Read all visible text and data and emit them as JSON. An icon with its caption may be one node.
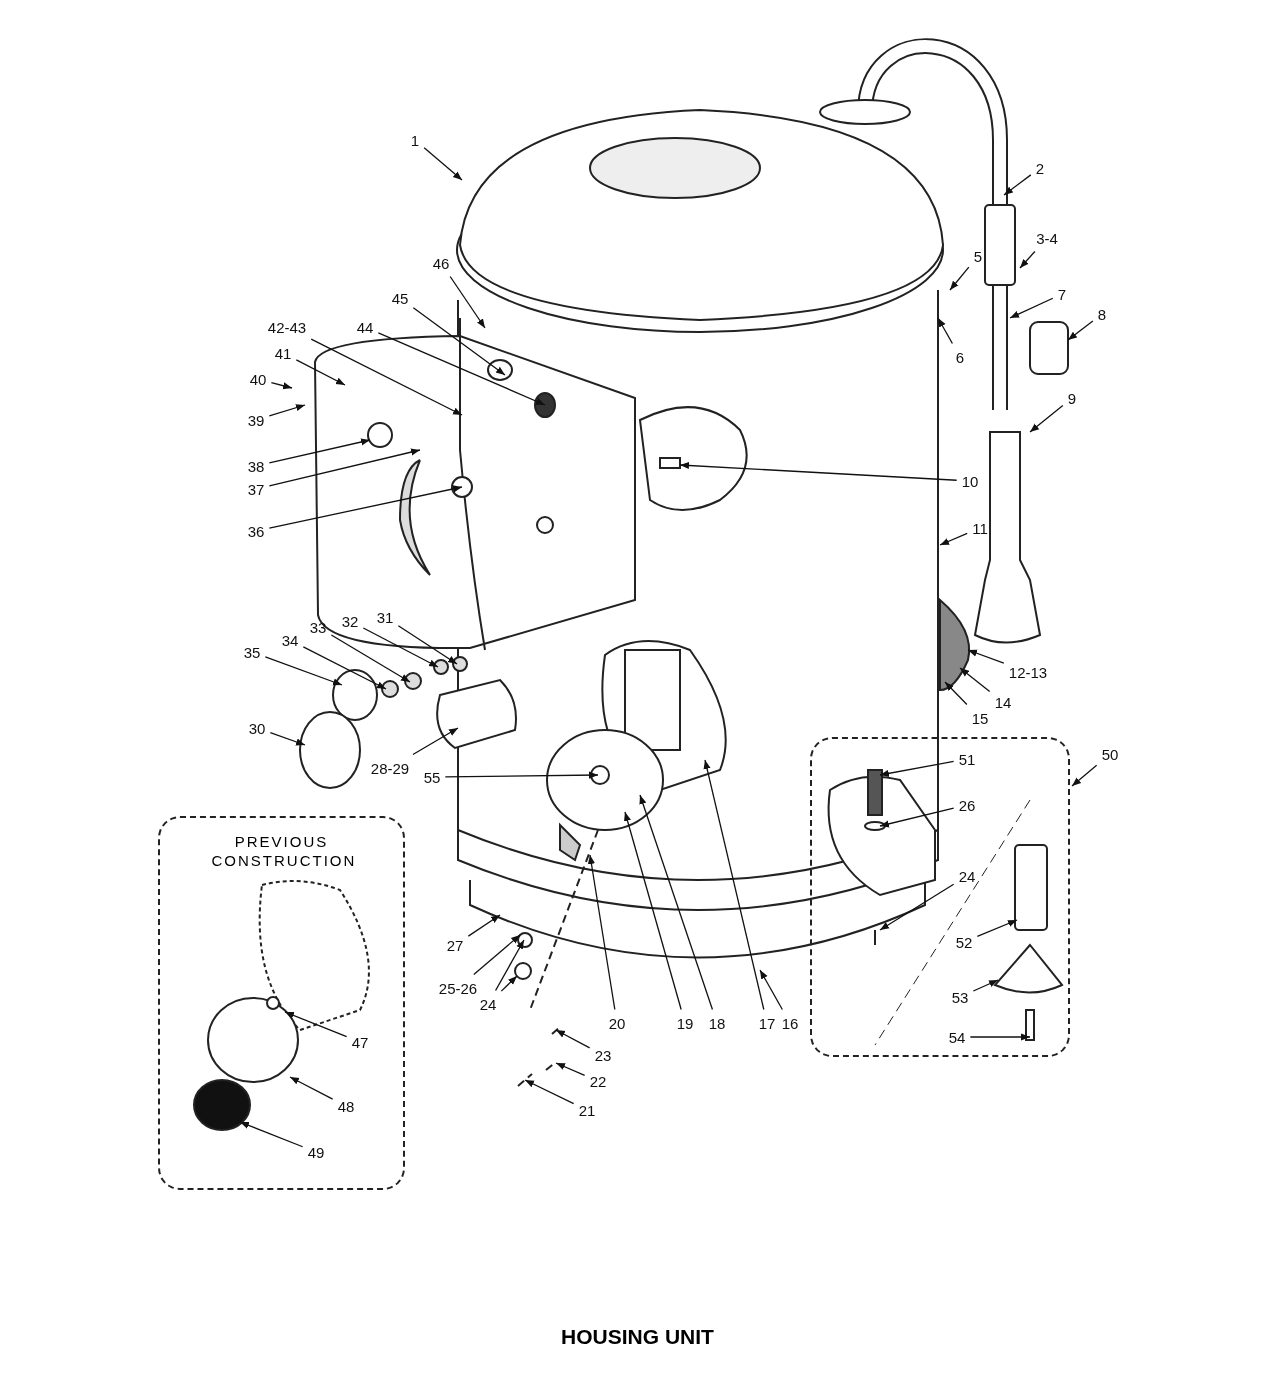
{
  "diagram": {
    "caption": "HOUSING UNIT",
    "nodes": [
      {
        "text": [
          "1"
        ]
      },
      {
        "text": [
          "2"
        ]
      },
      {
        "text": [
          "3-4"
        ]
      },
      {
        "text": [
          "5"
        ]
      },
      {
        "text": [
          "6"
        ]
      },
      {
        "text": [
          "7"
        ]
      },
      {
        "text": [
          "8"
        ]
      },
      {
        "text": [
          "9"
        ]
      },
      {
        "text": [
          "10"
        ]
      },
      {
        "text": [
          "11"
        ]
      },
      {
        "text": [
          "12-13"
        ]
      },
      {
        "text": [
          "14"
        ]
      },
      {
        "text": [
          "15"
        ]
      },
      {
        "text": [
          "16"
        ]
      },
      {
        "text": [
          "17"
        ]
      },
      {
        "text": [
          "18"
        ]
      },
      {
        "text": [
          "19"
        ]
      },
      {
        "text": [
          "20"
        ]
      },
      {
        "text": [
          "21"
        ]
      },
      {
        "text": [
          "22"
        ]
      },
      {
        "text": [
          "23"
        ]
      },
      {
        "text": [
          "24"
        ]
      },
      {
        "text": [
          "25-26"
        ]
      },
      {
        "text": [
          "27"
        ]
      },
      {
        "text": [
          "28-29"
        ]
      },
      {
        "text": [
          "30"
        ]
      },
      {
        "text": [
          "31"
        ]
      },
      {
        "text": [
          "32"
        ]
      },
      {
        "text": [
          "33"
        ]
      },
      {
        "text": [
          "34"
        ]
      },
      {
        "text": [
          "35"
        ]
      },
      {
        "text": [
          "36"
        ]
      },
      {
        "text": [
          "37"
        ]
      },
      {
        "text": [
          "38"
        ]
      },
      {
        "text": [
          "39"
        ]
      },
      {
        "text": [
          "40"
        ]
      },
      {
        "text": [
          "41"
        ]
      },
      {
        "text": [
          "42-43"
        ]
      },
      {
        "text": [
          "44"
        ]
      },
      {
        "text": [
          "45"
        ]
      },
      {
        "text": [
          "46"
        ]
      },
      {
        "text": [
          "PREVIOUS CONSTRUCTION"
        ]
      },
      {
        "text": [
          "47"
        ],
        "in": 41
      },
      {
        "text": [
          "48"
        ],
        "in": 41
      },
      {
        "text": [
          "49"
        ],
        "in": 41
      },
      {
        "text": [
          "50"
        ]
      },
      {
        "text": [],
        "shape": "box"
      },
      {
        "text": [
          "51"
        ],
        "in": 46
      },
      {
        "text": [
          "26"
        ],
        "in": 46
      },
      {
        "text": [
          "24"
        ],
        "in": 46
      },
      {
        "text": [
          "52"
        ],
        "in": 46
      },
      {
        "text": [
          "53"
        ],
        "in": 46
      },
      {
        "text": [
          "54"
        ],
        "in": 46
      },
      {
        "text": [
          "55"
        ]
      }
    ],
    "edges": [
      {
        "from": 0,
        "to": null,
        "arrow": "to"
      },
      {
        "from": 1,
        "to": null,
        "arrow": "to"
      },
      {
        "from": 2,
        "to": null,
        "arrow": "to"
      },
      {
        "from": 3,
        "to": null,
        "arrow": "to"
      },
      {
        "from": 4,
        "to": null,
        "arrow": "to"
      },
      {
        "from": 5,
        "to": null,
        "arrow": "to"
      },
      {
        "from": 6,
        "to": null,
        "arrow": "to"
      },
      {
        "from": 7,
        "to": null,
        "arrow": "to"
      },
      {
        "from": 8,
        "to": null,
        "arrow": "to"
      },
      {
        "from": 9,
        "to": null,
        "arrow": "to"
      },
      {
        "from": 10,
        "to": null,
        "arrow": "to"
      },
      {
        "from": 11,
        "to": null,
        "arrow": "to"
      },
      {
        "from": 12,
        "to": null,
        "arrow": "to"
      },
      {
        "from": 13,
        "to": null,
        "arrow": "to"
      },
      {
        "from": 14,
        "to": null,
        "arrow": "to"
      },
      {
        "from": 15,
        "to": null,
        "arrow": "to"
      },
      {
        "from": 16,
        "to": null,
        "arrow": "to"
      },
      {
        "from": 17,
        "to": null,
        "arrow": "to"
      },
      {
        "from": 18,
        "to": null,
        "arrow": "to"
      },
      {
        "from": 19,
        "to": null,
        "arrow": "to"
      },
      {
        "from": 20,
        "to": null,
        "arrow": "to"
      },
      {
        "from": 21,
        "to": null,
        "arrow": "to"
      },
      {
        "from": 21,
        "to": null,
        "arrow": "to"
      },
      {
        "from": 22,
        "to": null,
        "arrow": "to"
      },
      {
        "from": 23,
        "to": null,
        "arrow": "to"
      },
      {
        "from": 24,
        "to": null,
        "arrow": "to"
      },
      {
        "from": 25,
        "to": null,
        "arrow": "to"
      },
      {
        "from": 26,
        "to": null,
        "arrow": "to"
      },
      {
        "from": 27,
        "to": null,
        "arrow": "to"
      },
      {
        "from": 28,
        "to": null,
        "arrow": "to"
      },
      {
        "from": 29,
        "to": null,
        "arrow": "to"
      },
      {
        "from": 30,
        "to": null,
        "arrow": "to"
      },
      {
        "from": 31,
        "to": null,
        "arrow": "to"
      },
      {
        "from": 32,
        "to": null,
        "arrow": "to"
      },
      {
        "from": 33,
        "to": null,
        "arrow": "to"
      },
      {
        "from": 34,
        "to": null,
        "arrow": "to"
      },
      {
        "from": 35,
        "to": null,
        "arrow": "to"
      },
      {
        "from": 36,
        "to": null,
        "arrow": "to"
      },
      {
        "from": 37,
        "to": null,
        "arrow": "to"
      },
      {
        "from": 38,
        "to": null,
        "arrow": "to"
      },
      {
        "from": 39,
        "to": null,
        "arrow": "to"
      },
      {
        "from": 40,
        "to": null,
        "arrow": "to"
      },
      {
        "from": 42,
        "to": null,
        "arrow": "to"
      },
      {
        "from": 43,
        "to": null,
        "arrow": "to"
      },
      {
        "from": 44,
        "to": null,
        "arrow": "to"
      },
      {
        "from": 45,
        "to": 46,
        "arrow": "to"
      },
      {
        "from": 47,
        "to": null,
        "arrow": "to"
      },
      {
        "from": 48,
        "to": null,
        "arrow": "to"
      },
      {
        "from": 49,
        "to": null,
        "arrow": "to"
      },
      {
        "from": 50,
        "to": null,
        "arrow": "to"
      },
      {
        "from": 51,
        "to": null,
        "arrow": "to"
      },
      {
        "from": 52,
        "to": null,
        "arrow": "to"
      },
      {
        "from": 53,
        "to": null,
        "arrow": "to"
      }
    ]
  }
}
